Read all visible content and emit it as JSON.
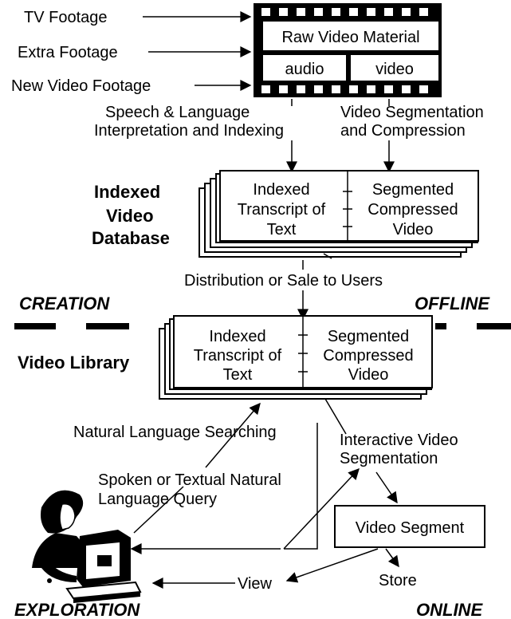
{
  "sources": {
    "tv": "TV Footage",
    "extra": "Extra Footage",
    "new_video": "New Video Footage"
  },
  "raw": {
    "title": "Raw Video Material",
    "audio": "audio",
    "video": "video"
  },
  "processing": {
    "speech_1": "Speech & Language",
    "speech_2": "Interpretation and Indexing",
    "seg_1": "Video Segmentation",
    "seg_2": "and Compression"
  },
  "database": {
    "label_1": "Indexed",
    "label_2": "Video",
    "label_3": "Database",
    "left_1": "Indexed",
    "left_2": "Transcript of",
    "left_3": "Text",
    "right_1": "Segmented",
    "right_2": "Compressed",
    "right_3": "Video"
  },
  "distribution": "Distribution or Sale to Users",
  "modes": {
    "creation": "CREATION",
    "offline": "OFFLINE",
    "exploration": "EXPLORATION",
    "online": "ONLINE"
  },
  "library": {
    "label": "Video Library",
    "left_1": "Indexed",
    "left_2": "Transcript of",
    "left_3": "Text",
    "right_1": "Segmented",
    "right_2": "Compressed",
    "right_3": "Video"
  },
  "exploration": {
    "nl_search": "Natural Language Searching",
    "interactive_1": "Interactive Video",
    "interactive_2": "Segmentation",
    "query_1": "Spoken or Textual Natural",
    "query_2": "Language Query",
    "segment": "Video Segment",
    "view": "View",
    "store": "Store"
  }
}
